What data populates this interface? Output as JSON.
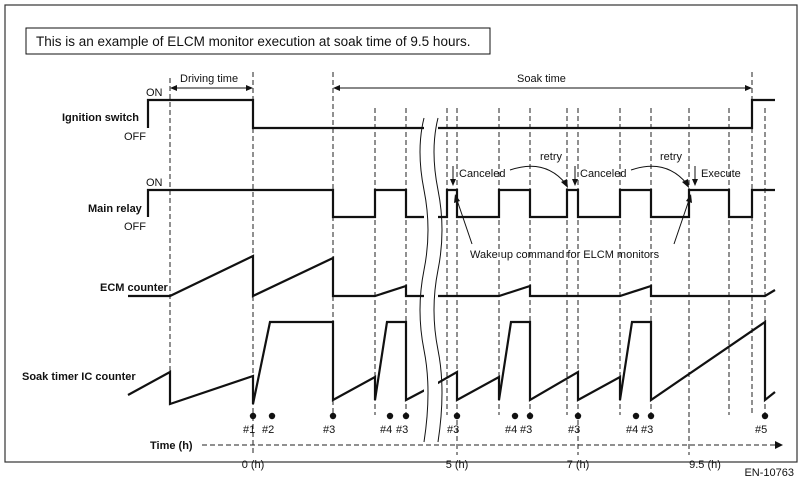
{
  "title": "This is an example of ELCM monitor execution at soak time of 9.5 hours.",
  "signals": {
    "ignition": "Ignition switch",
    "main_relay": "Main relay",
    "ecm_counter": "ECM counter",
    "soak_timer": "Soak timer IC counter"
  },
  "states": {
    "on": "ON",
    "off": "OFF"
  },
  "periods": {
    "driving": "Driving time",
    "soak": "Soak time"
  },
  "annotations": {
    "canceled": "Canceled",
    "retry": "retry",
    "execute": "Execute",
    "wake_up": "Wake up command for ELCM monitors"
  },
  "markers": [
    "#1",
    "#2",
    "#3",
    "#4",
    "#3",
    "#3",
    "#4",
    "#3",
    "#3",
    "#4",
    "#3",
    "#5"
  ],
  "time_axis": {
    "label": "Time (h)",
    "ticks": [
      "0 (h)",
      "5 (h)",
      "7 (h)",
      "9.5 (h)"
    ]
  },
  "figure_id": "EN-10763"
}
